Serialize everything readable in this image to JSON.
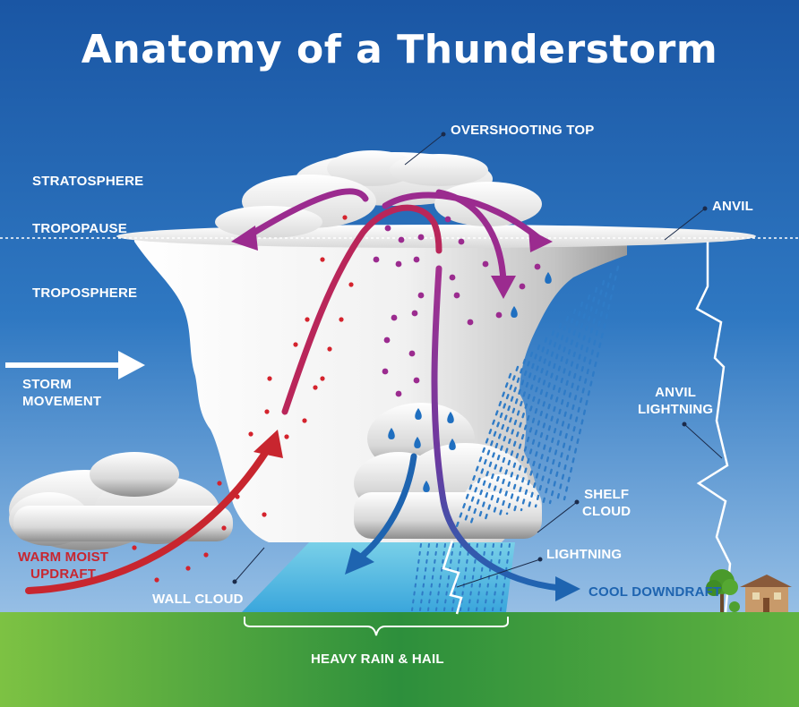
{
  "title": "Anatomy of a Thunderstorm",
  "labels": {
    "overshooting_top": "OVERSHOOTING TOP",
    "stratosphere": "STRATOSPHERE",
    "tropopause": "TROPOPAUSE",
    "troposphere": "TROPOSPHERE",
    "anvil": "ANVIL",
    "storm_movement": [
      "STORM",
      "MOVEMENT"
    ],
    "anvil_lightning": [
      "ANVIL",
      "LIGHTNING"
    ],
    "shelf_cloud": [
      "SHELF",
      "CLOUD"
    ],
    "lightning": "LIGHTNING",
    "warm_moist_updraft": [
      "WARM MOIST",
      "UPDRAFT"
    ],
    "wall_cloud": "WALL CLOUD",
    "cool_downdraft": "COOL DOWNDRAFT",
    "heavy_rain_hail": "HEAVY RAIN & HAIL"
  },
  "colors": {
    "sky_top": "#1d5fae",
    "sky_bottom": "#a8c9ea",
    "ground": "#3f9f38",
    "updraft": "#c8262f",
    "circulation": "#9b2b8f",
    "downdraft": "#1e64b0",
    "rain": "#2f7bc6",
    "cloud": "#eeeeee",
    "warm_label": "#c8262f",
    "cool_label": "#1e64b0"
  }
}
